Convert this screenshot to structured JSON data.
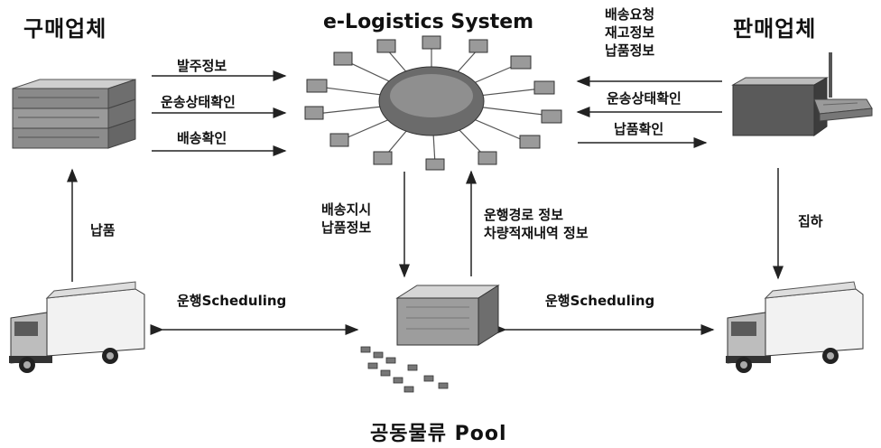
{
  "titles": {
    "buyer": "구매업체",
    "system": "e-Logistics System",
    "seller": "판매업체",
    "pool": "공동물류 Pool"
  },
  "flows": {
    "buyer_to_system": [
      "발주정보",
      "운송상태확인",
      "배송확인"
    ],
    "seller_to_system_top": [
      "배송요청",
      "재고정보",
      "납품정보"
    ],
    "system_to_seller": [
      "운송상태확인",
      "납품확인"
    ],
    "system_to_pool": [
      "배송지시",
      "납품정보"
    ],
    "pool_to_system": [
      "운행경로 정보",
      "차량적재내역 정보"
    ],
    "truck_to_buyer": "납품",
    "seller_to_truck": "집하",
    "left_scheduling": "운행Scheduling",
    "right_scheduling": "운행Scheduling"
  },
  "icons": {
    "buyer": "server-building-icon",
    "seller": "factory-icon",
    "system": "network-hub-icon",
    "pool": "warehouse-icon",
    "truck_left": "truck-icon",
    "truck_right": "truck-icon"
  }
}
